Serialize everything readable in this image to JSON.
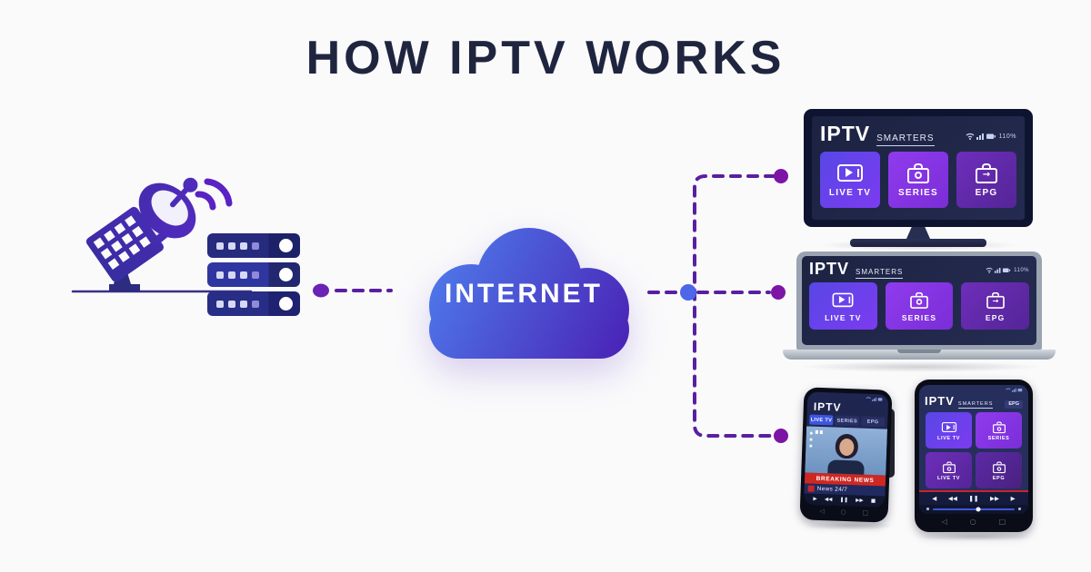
{
  "title": "HOW IPTV WORKS",
  "cloud": {
    "label": "INTERNET"
  },
  "tv": {
    "brand": "IPTV",
    "brand_sub": "SMARTERS",
    "status_text": "110%",
    "tiles": [
      {
        "label": "LIVE TV"
      },
      {
        "label": "SERIES"
      },
      {
        "label": "EPG"
      }
    ]
  },
  "laptop": {
    "brand": "IPTV",
    "brand_sub": "SMARTERS",
    "status_text": "110%",
    "tiles": [
      {
        "label": "LIVE TV"
      },
      {
        "label": "SERIES"
      },
      {
        "label": "EPG"
      }
    ]
  },
  "phone": {
    "brand": "IPTV",
    "tabs": [
      {
        "label": "LIVE TV"
      },
      {
        "label": "SERIES"
      },
      {
        "label": "EPG"
      }
    ],
    "banner": "BREAKING NEWS",
    "ticker": "News 24/7"
  },
  "tablet": {
    "brand": "IPTV",
    "brand_sub": "SMARTERS",
    "header_chip": "EPG",
    "tiles": [
      {
        "label": "LIVE TV"
      },
      {
        "label": "SERIES"
      },
      {
        "label": "LIVE TV"
      },
      {
        "label": "EPG"
      }
    ]
  },
  "glyphs": {
    "play": "▶",
    "rewind": "◀◀",
    "pause": "❚❚",
    "forward": "▶▶",
    "stop": "■",
    "prev": "◀",
    "next": "▶",
    "nav_back": "◁",
    "nav_home": "○",
    "nav_recent": "□",
    "epg_arrow": "→"
  },
  "colors": {
    "background": "#fafafb",
    "title": "#20253f",
    "connector_purple": "#5a1fa0",
    "dot_magenta": "#7c15a5",
    "junction_blue": "#4e66e8",
    "cloud_blue": "#4e86f2",
    "cloud_purple": "#4a1eb3",
    "tile_blue": "#5847e6",
    "tile_purple": "#8f3bee",
    "breaking_red": "#ce2823"
  }
}
